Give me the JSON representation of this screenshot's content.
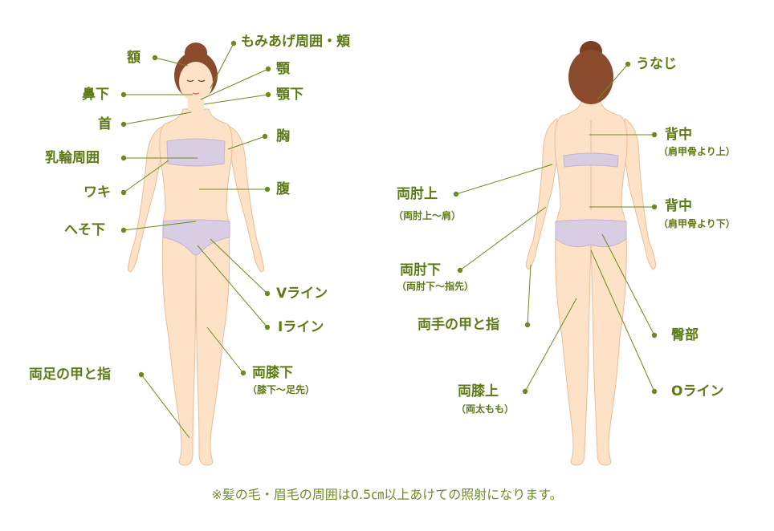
{
  "colors": {
    "label": "#5e7a14",
    "leader_line": "#6b8a1f",
    "skin": "#fde2c7",
    "skin_edge": "#e9bd98",
    "underwear": "#d9cde3",
    "hair": "#8a4a2c"
  },
  "front": {
    "labels": [
      {
        "id": "forehead",
        "text": "額"
      },
      {
        "id": "sideburns-cheek",
        "text": "もみあげ周囲・頬"
      },
      {
        "id": "chin",
        "text": "顎"
      },
      {
        "id": "under-nose",
        "text": "鼻下"
      },
      {
        "id": "under-chin",
        "text": "顎下"
      },
      {
        "id": "neck",
        "text": "首"
      },
      {
        "id": "chest",
        "text": "胸"
      },
      {
        "id": "areola",
        "text": "乳輪周囲"
      },
      {
        "id": "armpit",
        "text": "ワキ"
      },
      {
        "id": "belly",
        "text": "腹"
      },
      {
        "id": "below-navel",
        "text": "へそ下"
      },
      {
        "id": "v-line",
        "text": "Vライン"
      },
      {
        "id": "i-line",
        "text": "Iライン"
      },
      {
        "id": "below-knees",
        "text": "両膝下",
        "sub": "（膝下～足先）"
      },
      {
        "id": "feet-toes",
        "text": "両足の甲と指"
      }
    ]
  },
  "back": {
    "labels": [
      {
        "id": "nape",
        "text": "うなじ"
      },
      {
        "id": "upper-back",
        "text": "背中",
        "sub": "（肩甲骨より上）"
      },
      {
        "id": "upper-arms",
        "text": "両肘上",
        "sub": "（両肘上～肩）"
      },
      {
        "id": "lower-back",
        "text": "背中",
        "sub": "（肩甲骨より下）"
      },
      {
        "id": "lower-arms",
        "text": "両肘下",
        "sub": "（両肘下～指先）"
      },
      {
        "id": "hands-fingers",
        "text": "両手の甲と指"
      },
      {
        "id": "buttocks",
        "text": "臀部"
      },
      {
        "id": "o-line",
        "text": "Oライン"
      },
      {
        "id": "above-knees",
        "text": "両膝上",
        "sub": "（両太もも）"
      }
    ]
  },
  "footnote": "※髪の毛・眉毛の周囲は0.5㎝以上あけての照射になります。"
}
